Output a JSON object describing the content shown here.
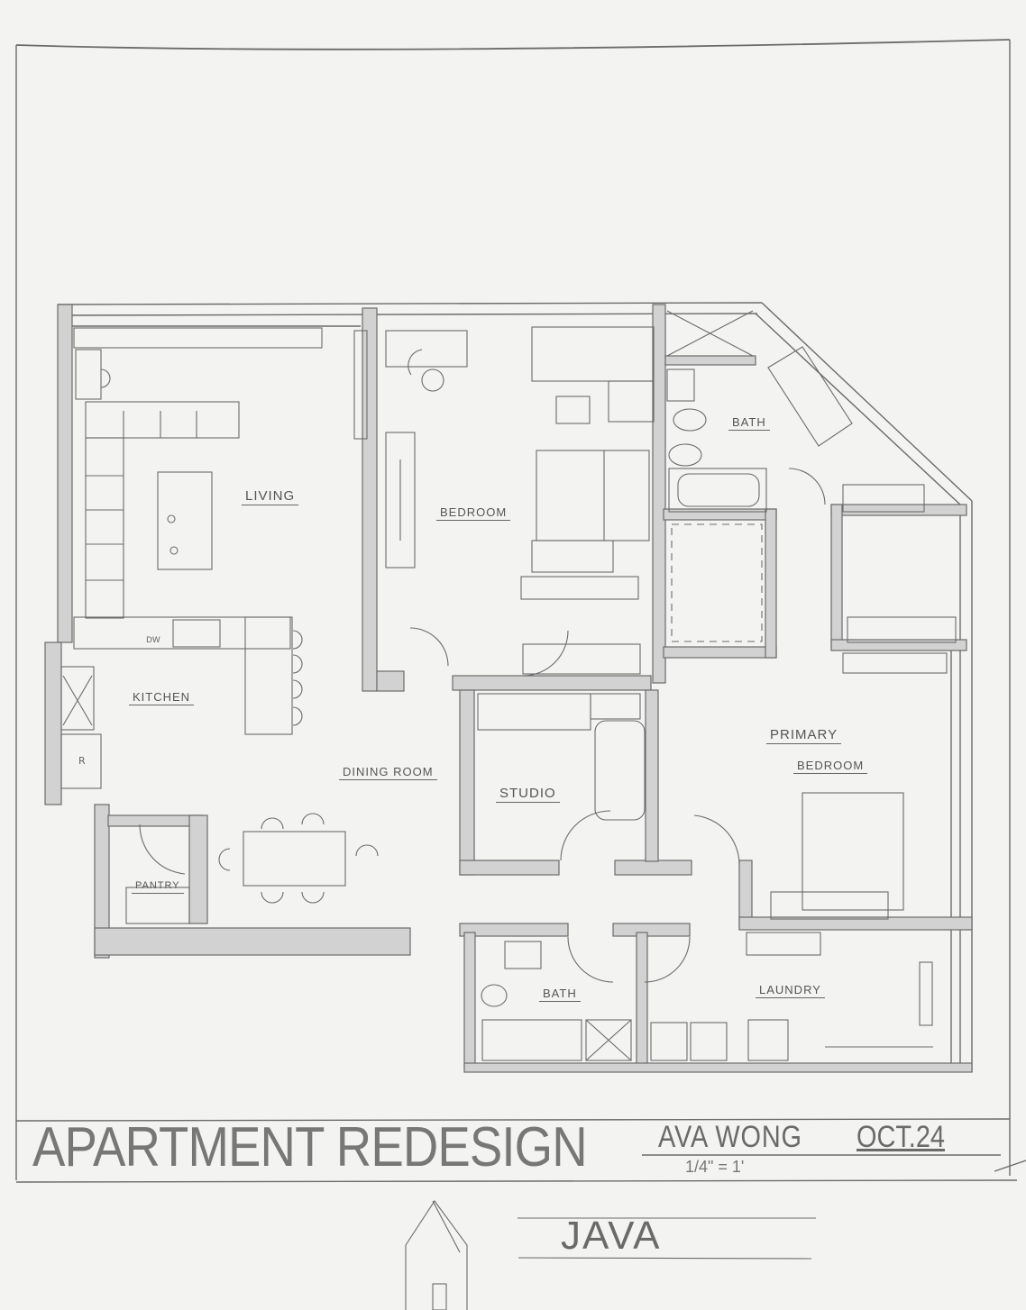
{
  "title_block": {
    "project_title": "APARTMENT REDESIGN",
    "author": "AVA WONG",
    "date": "OCT.24",
    "scale": "1/4\" = 1'"
  },
  "logo": {
    "text": "JAVA",
    "icon": "house-icon"
  },
  "rooms": [
    {
      "id": "living",
      "label": "LIVING"
    },
    {
      "id": "bedroom",
      "label": "BEDROOM"
    },
    {
      "id": "bath-upper",
      "label": "BATH"
    },
    {
      "id": "kitchen",
      "label": "KITCHEN"
    },
    {
      "id": "dining",
      "label": "DINING ROOM"
    },
    {
      "id": "studio",
      "label": "STUDIO"
    },
    {
      "id": "primary",
      "label": "PRIMARY"
    },
    {
      "id": "primary-2",
      "label": "BEDROOM"
    },
    {
      "id": "pantry",
      "label": "PANTRY"
    },
    {
      "id": "bath-lower",
      "label": "BATH"
    },
    {
      "id": "laundry",
      "label": "LAUNDRY"
    }
  ],
  "fixtures": {
    "dishwasher": "DW",
    "refrigerator": "R"
  },
  "colors": {
    "paper": "#f3f3f1",
    "pencil": "#6b6b6b",
    "wall_fill": "#cfcfcf"
  }
}
